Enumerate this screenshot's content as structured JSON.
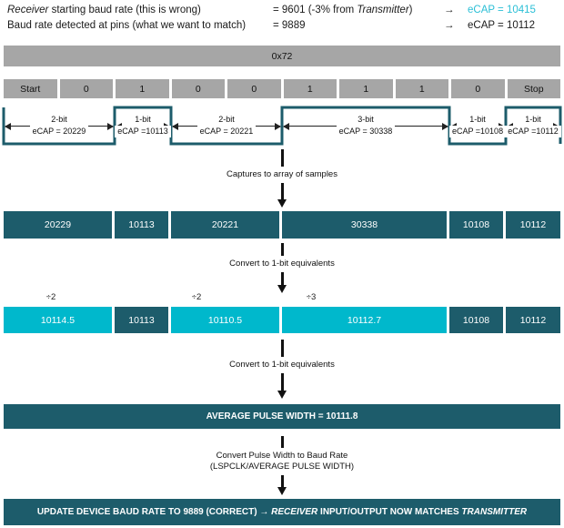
{
  "colors": {
    "gray": "#a6a6a6",
    "teal": "#1d5c6b",
    "cyan": "#00b8cc",
    "cyantext": "#2bbfd6"
  },
  "header": {
    "row1": {
      "label_italic": "Receiver",
      "label_rest": " starting baud rate (this is wrong)",
      "value_pre": "= 9601 (-3% from ",
      "value_italic": "Transmitter",
      "value_post": ")",
      "arrow": "→",
      "ecap": "eCAP = 10415"
    },
    "row2": {
      "label": "Baud rate detected at pins (what we want to match)",
      "value": "= 9889",
      "arrow": "→",
      "ecap": "eCAP = 10112"
    }
  },
  "byte": {
    "label": "0x72"
  },
  "bits": {
    "cells": [
      "Start",
      "0",
      "1",
      "0",
      "0",
      "1",
      "1",
      "1",
      "0",
      "Stop"
    ]
  },
  "waveform": {
    "segments": [
      {
        "bits": "2-bit",
        "ecap": "eCAP = 20229"
      },
      {
        "bits": "1-bit",
        "ecap": "eCAP =10113"
      },
      {
        "bits": "2-bit",
        "ecap": "eCAP = 20221"
      },
      {
        "bits": "3-bit",
        "ecap": "eCAP = 30338"
      },
      {
        "bits": "1-bit",
        "ecap": "eCAP =10108"
      },
      {
        "bits": "1-bit",
        "ecap": "eCAP =10112"
      }
    ]
  },
  "flow": {
    "step1": "Captures to array of samples",
    "step2": "Convert to 1-bit equivalents",
    "step3": "Convert to 1-bit equivalents",
    "step4_line1": "Convert Pulse Width to Baud Rate",
    "step4_line2": "(LSPCLK/AVERAGE PULSE WIDTH)"
  },
  "samples": {
    "values": [
      "20229",
      "10113",
      "20221",
      "30338",
      "10108",
      "10112"
    ]
  },
  "divisors": {
    "d1": "÷2",
    "d2": "÷2",
    "d3": "÷3"
  },
  "converted": {
    "values": [
      "10114.5",
      "10113",
      "10110.5",
      "10112.7",
      "10108",
      "10112"
    ]
  },
  "average": {
    "label": "AVERAGE PULSE WIDTH = 10111.8"
  },
  "final": {
    "pre": "UPDATE DEVICE BAUD RATE TO 9889 (CORRECT) → ",
    "italic1": "RECEIVER",
    "mid": " INPUT/OUTPUT NOW MATCHES ",
    "italic2": "TRANSMITTER"
  }
}
